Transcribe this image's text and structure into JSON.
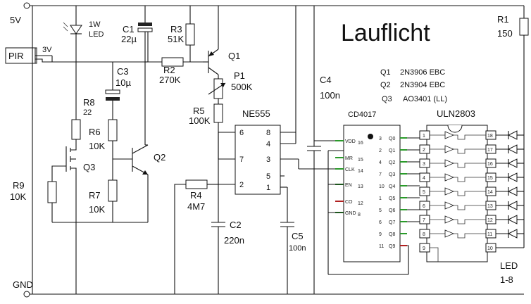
{
  "title": "Lauflicht",
  "rails": {
    "vcc": "5V",
    "gnd": "GND"
  },
  "pir": {
    "name": "PIR",
    "out": "3V"
  },
  "components": {
    "led1w": {
      "label": "1W",
      "sub": "LED"
    },
    "c1": {
      "ref": "C1",
      "value": "22µ"
    },
    "r3": {
      "ref": "R3",
      "value": "51K"
    },
    "q1": {
      "ref": "Q1"
    },
    "r2": {
      "ref": "R2",
      "value": "270K"
    },
    "p1": {
      "ref": "P1",
      "value": "500K"
    },
    "r5": {
      "ref": "R5",
      "value": "100K"
    },
    "c3": {
      "ref": "C3",
      "value": "10µ"
    },
    "r8": {
      "ref": "R8",
      "value": "22"
    },
    "r6": {
      "ref": "R6",
      "value": "10K"
    },
    "r7": {
      "ref": "R7",
      "value": "10K"
    },
    "q2": {
      "ref": "Q2"
    },
    "q3": {
      "ref": "Q3"
    },
    "r9": {
      "ref": "R9",
      "value": "10K"
    },
    "r4": {
      "ref": "R4",
      "value": "4M7"
    },
    "c2": {
      "ref": "C2",
      "value": "220n"
    },
    "c5": {
      "ref": "C5",
      "value": "100n"
    },
    "c4": {
      "ref": "C4",
      "value": "100n"
    },
    "r1": {
      "ref": "R1",
      "value": "150"
    },
    "leds": {
      "label": "LED",
      "sub": "1-8"
    }
  },
  "transistors": [
    {
      "ref": "Q1",
      "part": "2N3906 EBC"
    },
    {
      "ref": "Q2",
      "part": "2N3904 EBC"
    },
    {
      "ref": "Q3",
      "part": "AO3401 (LL)"
    }
  ],
  "ne555": {
    "name": "NE555",
    "pins": [
      "6",
      "8",
      "4",
      "7",
      "3",
      "5",
      "2",
      "1"
    ]
  },
  "cd4017": {
    "name": "CD4017",
    "left_pins": [
      {
        "name": "VDD",
        "num": "16"
      },
      {
        "name": "MR",
        "num": "15"
      },
      {
        "name": "CLK",
        "num": "14"
      },
      {
        "name": "EN",
        "num": "13"
      },
      {
        "name": "CO",
        "num": "12"
      },
      {
        "name": "GND",
        "num": "8"
      }
    ],
    "right_pins": [
      {
        "num": "3",
        "name": "Q0"
      },
      {
        "num": "2",
        "name": "Q1"
      },
      {
        "num": "4",
        "name": "Q2"
      },
      {
        "num": "7",
        "name": "Q3"
      },
      {
        "num": "10",
        "name": "Q4"
      },
      {
        "num": "1",
        "name": "Q5"
      },
      {
        "num": "5",
        "name": "Q6"
      },
      {
        "num": "6",
        "name": "Q7"
      },
      {
        "num": "9",
        "name": "Q8"
      },
      {
        "num": "11",
        "name": "Q9"
      }
    ]
  },
  "uln2803": {
    "name": "ULN2803",
    "left_pins": [
      "1",
      "2",
      "3",
      "4",
      "5",
      "6",
      "7",
      "8",
      "9"
    ],
    "right_pins": [
      "18",
      "17",
      "16",
      "15",
      "14",
      "13",
      "12",
      "11",
      "10"
    ]
  }
}
